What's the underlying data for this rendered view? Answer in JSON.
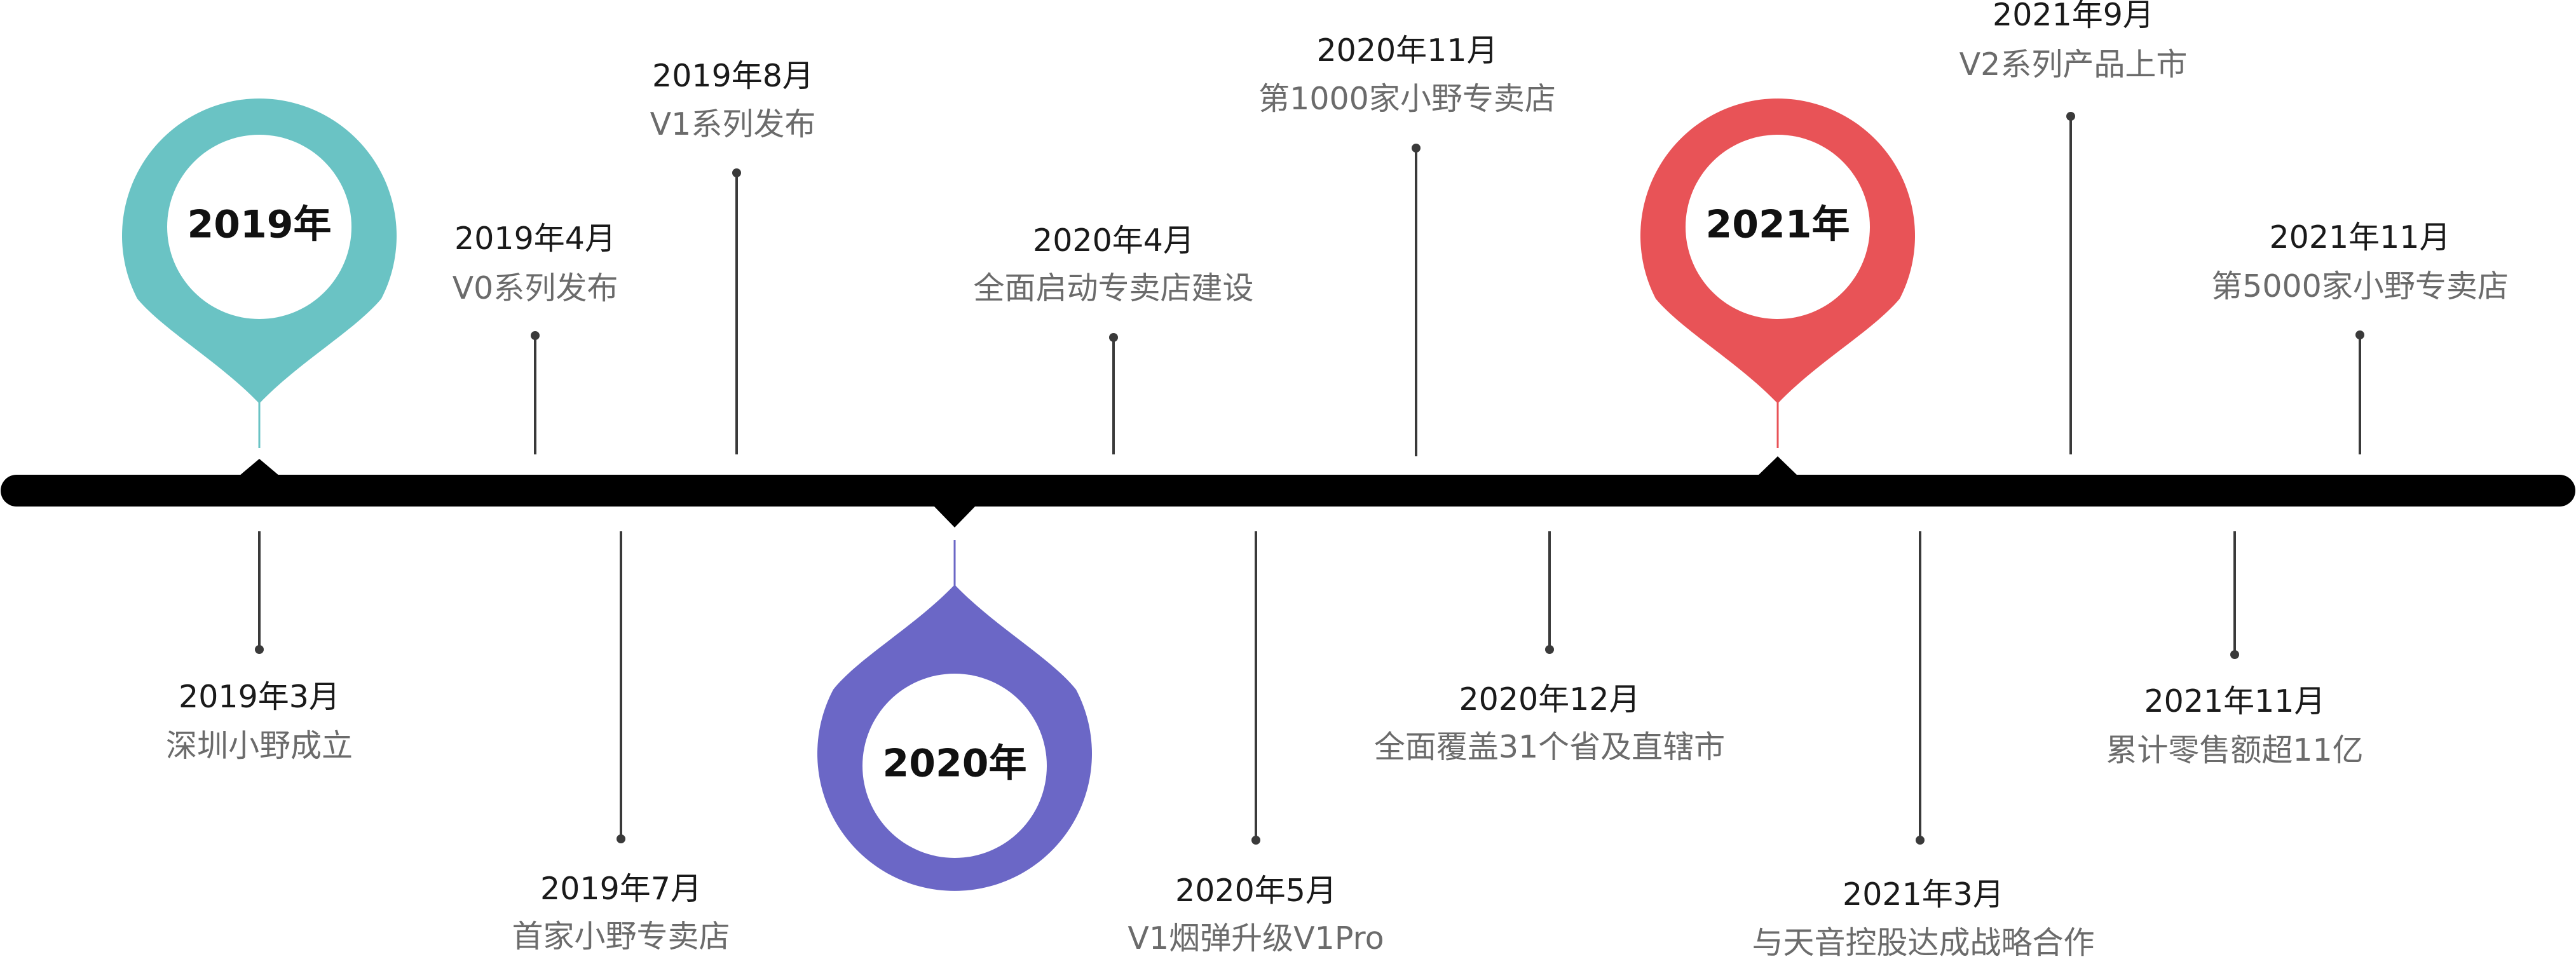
{
  "pins": [
    {
      "year": "2019年",
      "color": "#6ac3c4"
    },
    {
      "year": "2020年",
      "color": "#6b67c6"
    },
    {
      "year": "2021年",
      "color": "#e85357"
    }
  ],
  "events": [
    {
      "date": "2019年3月",
      "desc": "深圳小野成立"
    },
    {
      "date": "2019年4月",
      "desc": "V0系列发布"
    },
    {
      "date": "2019年7月",
      "desc": "首家小野专卖店"
    },
    {
      "date": "2019年8月",
      "desc": "V1系列发布"
    },
    {
      "date": "2020年4月",
      "desc": "全面启动专卖店建设"
    },
    {
      "date": "2020年5月",
      "desc": "V1烟弹升级V1Pro"
    },
    {
      "date": "2020年11月",
      "desc": "第1000家小野专卖店"
    },
    {
      "date": "2020年12月",
      "desc": "全面覆盖31个省及直辖市"
    },
    {
      "date": "2021年3月",
      "desc": "与天音控股达成战略合作"
    },
    {
      "date": "2021年9月",
      "desc": "V2系列产品上市"
    },
    {
      "date": "2021年11月",
      "desc": "第5000家小野专卖店"
    },
    {
      "date": "2021年11月",
      "desc": "累计零售额超11亿"
    }
  ]
}
